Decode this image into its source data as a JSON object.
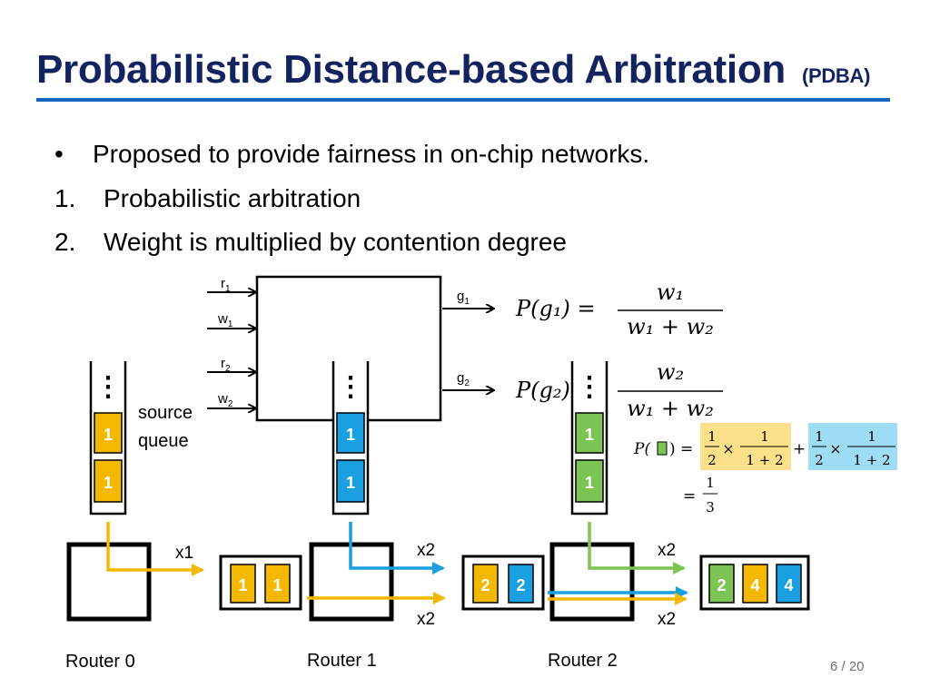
{
  "slide": {
    "title": "Probabilistic Distance-based Arbitration",
    "title_suffix": "(PDBA)",
    "page": "6 / 20"
  },
  "bullets": [
    {
      "marker": "•",
      "text": "Proposed to provide fairness in on-chip networks."
    },
    {
      "marker": "1.",
      "text": "Probabilistic arbitration"
    },
    {
      "marker": "2.",
      "text": "Weight is multiplied by contention degree"
    }
  ],
  "arbiter": {
    "inputs": [
      "r",
      "w",
      "r",
      "w"
    ],
    "input_subscripts": [
      "1",
      "1",
      "2",
      "2"
    ],
    "outputs": [
      "g",
      "g"
    ],
    "output_subscripts": [
      "1",
      "2"
    ],
    "formula_1": {
      "lhs": "P(g₁) =",
      "num": "w₁",
      "den": "w₁ + w₂"
    },
    "formula_2": {
      "lhs": "P(g₂) =",
      "num": "w₂",
      "den": "w₁ + w₂"
    }
  },
  "probability": {
    "lhs_prefix": "P(",
    "lhs_suffix": ") =",
    "term1": {
      "a_num": "1",
      "a_den": "2",
      "op": "×",
      "b_num": "1",
      "b_den": "1 + 2"
    },
    "plus": "+",
    "term2": {
      "a_num": "1",
      "a_den": "2",
      "op": "×",
      "b_num": "1",
      "b_den": "1 + 2"
    },
    "result": {
      "eq": "=",
      "num": "1",
      "den": "3"
    }
  },
  "queues": {
    "dots": "⋮",
    "source_label_line1": "source",
    "source_label_line2": "queue",
    "q0": [
      "1",
      "1"
    ],
    "q1": [
      "1",
      "1"
    ],
    "q2": [
      "1",
      "1"
    ]
  },
  "links": {
    "r0_out": "x1",
    "r1_top": "x2",
    "r1_bottom": "x2",
    "r2_top": "x2",
    "r2_bottom": "x2"
  },
  "buffers": {
    "b1": [
      "1",
      "1"
    ],
    "b2": [
      "2",
      "2"
    ],
    "b3": [
      "2",
      "4",
      "4"
    ]
  },
  "routers": [
    "Router 0",
    "Router 1",
    "Router 2"
  ],
  "colors": {
    "title": "#13235f",
    "rule": "#1565c0",
    "yellow": "#f5b800",
    "blue": "#1aa0e0",
    "green": "#7cc453",
    "yellow_highlight": "#fde08a",
    "blue_highlight": "#9fdcf5"
  }
}
